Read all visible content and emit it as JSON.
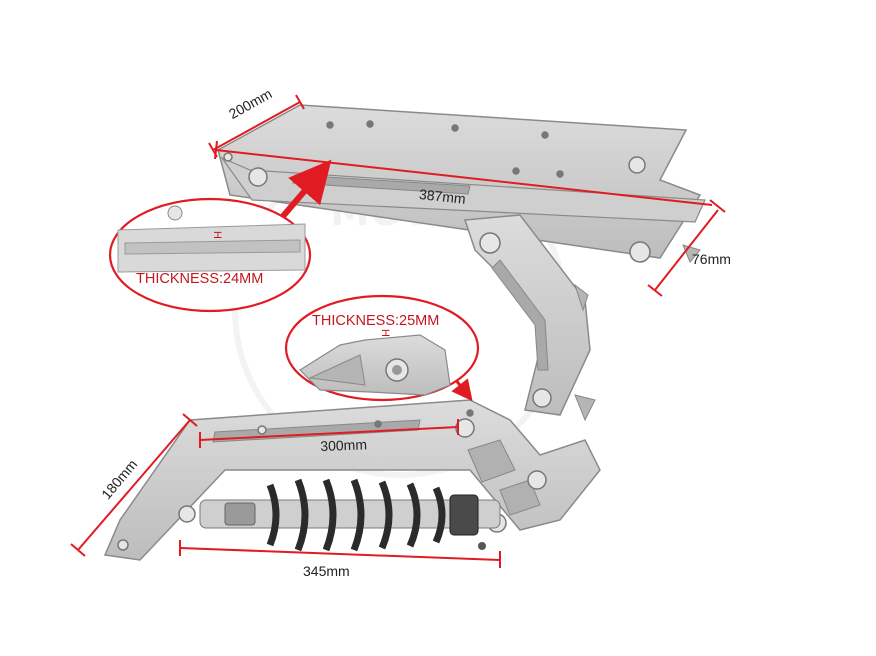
{
  "colors": {
    "dimension_line": "#e11b22",
    "part_metal": "#c9c9c9",
    "part_edge": "#8a8a8a",
    "callout_text": "#c4161c",
    "spring": "#3a3a3a"
  },
  "dimensions": {
    "top_width": "200mm",
    "top_length": "387mm",
    "top_height": "76mm",
    "lower_width": "180mm",
    "lower_inner": "300mm",
    "lower_length": "345mm"
  },
  "callouts": {
    "upper": {
      "label": "THICKNESS:24MM",
      "marker": "H"
    },
    "lower": {
      "label": "THICKNESS:25MM",
      "marker": "H"
    }
  },
  "watermark": {
    "text": "MOTO"
  }
}
